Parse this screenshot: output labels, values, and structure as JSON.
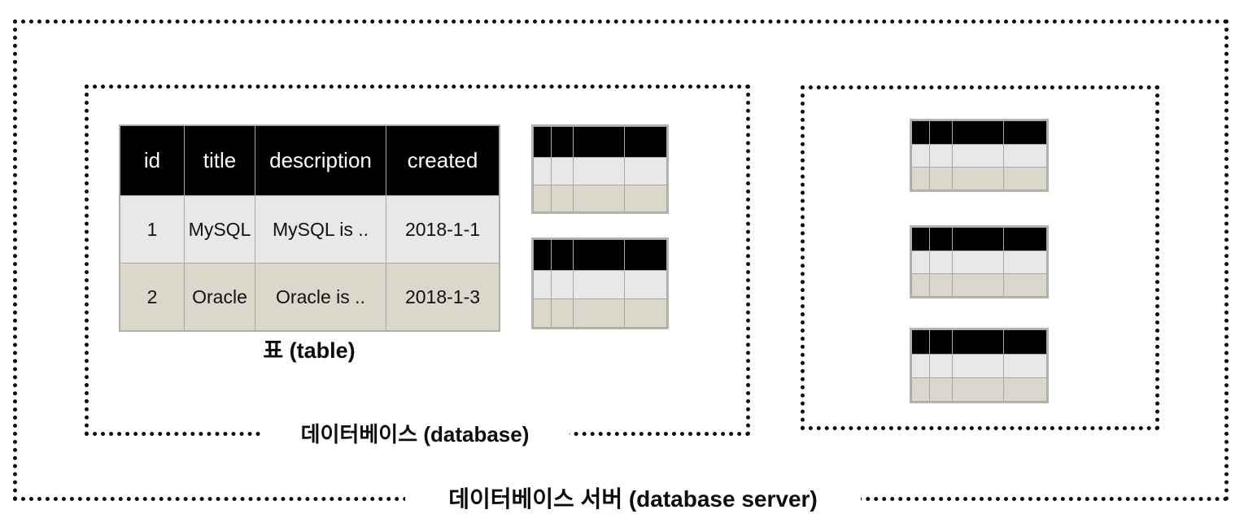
{
  "diagram": {
    "title_text": "데이터베이스 서버 (database server)",
    "server_caption": "데이터베이스 서버 (database server)",
    "database_caption": "데이터베이스 (database)",
    "table_caption": "표 (table)"
  },
  "colors": {
    "border": "#0d0d0d",
    "header_fill": "#000000",
    "header_text": "#ffffff",
    "row_odd_fill": "#e8e8e8",
    "row_even_fill": "#dbd7cb",
    "grid_line": "#a9a9a3",
    "background": "#ffffff"
  },
  "table": {
    "columns": [
      "id",
      "title",
      "description",
      "created"
    ],
    "rows": [
      {
        "id": "1",
        "title": "MySQL",
        "description": "MySQL is ..",
        "created": "2018-1-1"
      },
      {
        "id": "2",
        "title": "Oracle",
        "description": "Oracle is ..",
        "created": "2018-1-3"
      }
    ]
  },
  "mini_tables": {
    "column_count": 4,
    "row_count": 2,
    "has_header": true,
    "left_database_count": 2,
    "right_database_count": 3
  }
}
